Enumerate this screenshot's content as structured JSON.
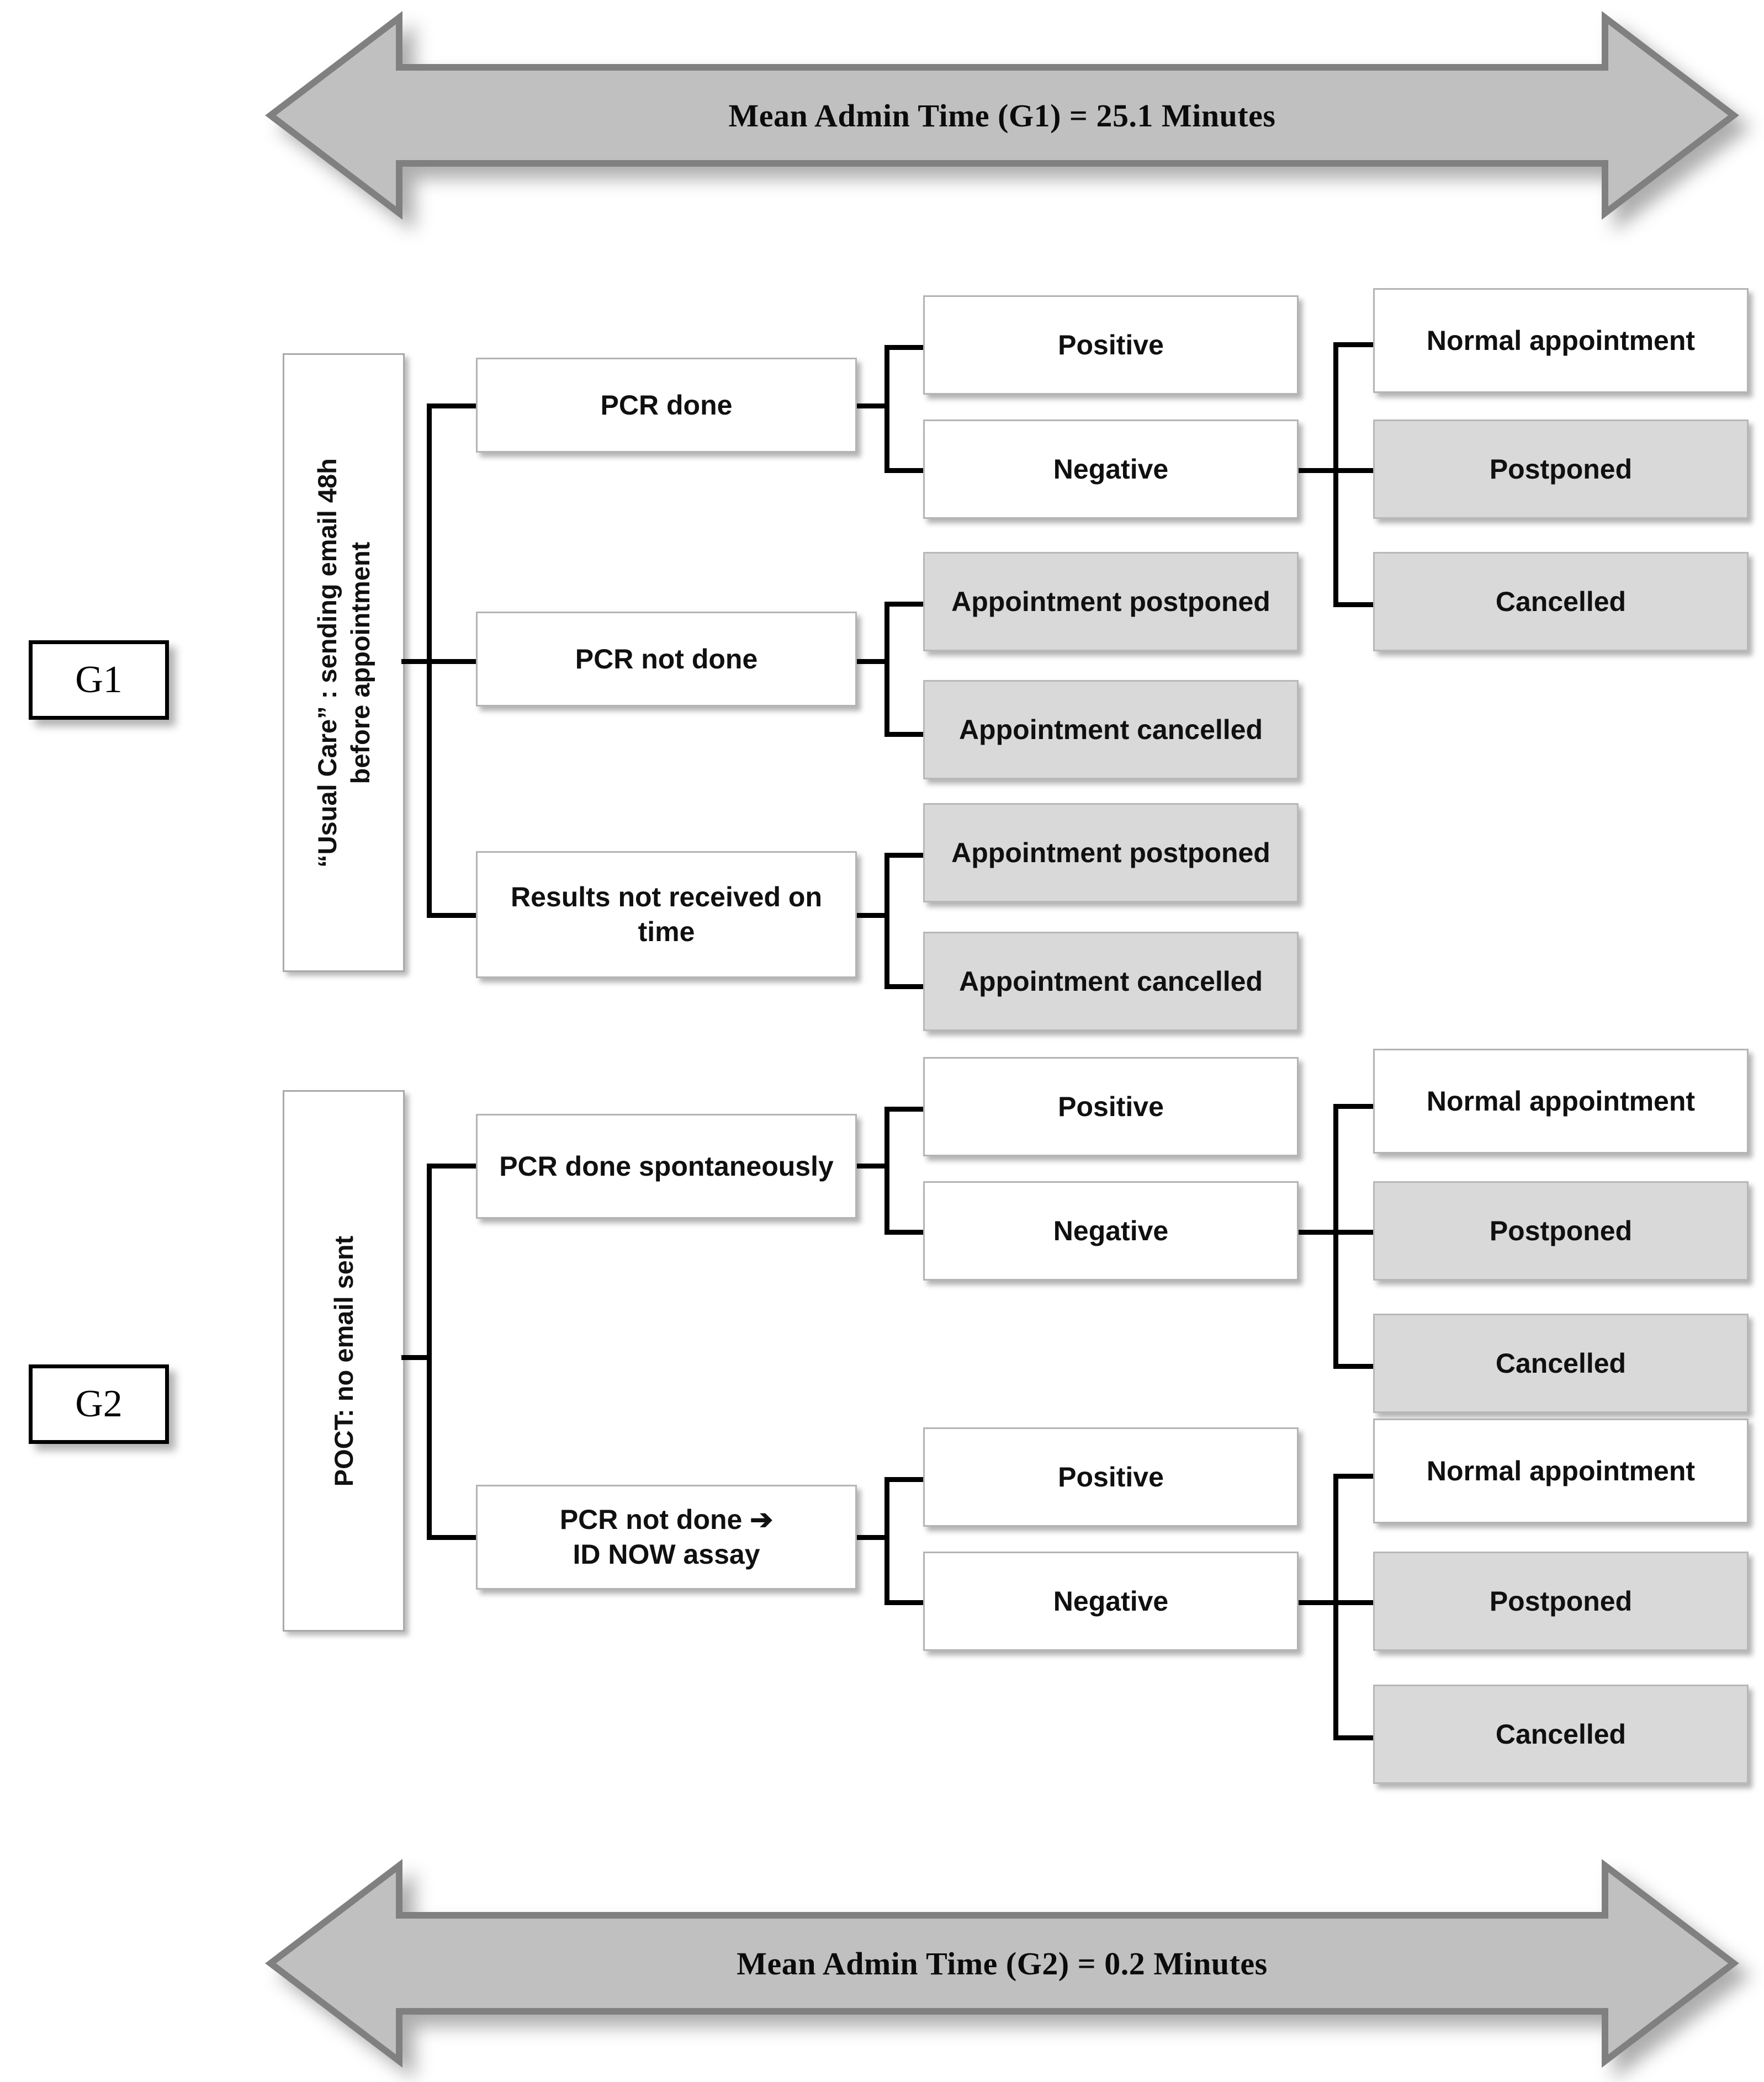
{
  "colors": {
    "arrow_fill": "#c0c0c0",
    "arrow_stroke": "#808080",
    "node_fill_white": "#ffffff",
    "node_fill_grey": "#d9d9d9",
    "node_border": "#b4b4b4",
    "connector": "#000000",
    "tag_border": "#000000"
  },
  "top_arrow": {
    "label": "Mean Admin Time (G1) = 25.1 Minutes"
  },
  "bottom_arrow": {
    "label": "Mean Admin Time (G2) = 0.2 Minutes"
  },
  "groups": [
    {
      "tag": "G1",
      "trunk_line1": "“Usual Care” : sending email 48h",
      "trunk_line2": "before appointment"
    },
    {
      "tag": "G2",
      "trunk_line1": "POCT: no email sent",
      "trunk_line2": ""
    }
  ],
  "g1": {
    "branches": [
      {
        "label": "PCR done"
      },
      {
        "label": "PCR not done"
      },
      {
        "label": "Results not received on time"
      }
    ],
    "results": [
      {
        "label": "Positive"
      },
      {
        "label": "Negative"
      },
      {
        "label": "Appointment postponed"
      },
      {
        "label": "Appointment cancelled"
      },
      {
        "label": "Appointment postponed"
      },
      {
        "label": "Appointment cancelled"
      }
    ],
    "outcomes": [
      {
        "label": "Normal appointment"
      },
      {
        "label": "Postponed"
      },
      {
        "label": "Cancelled"
      }
    ]
  },
  "g2": {
    "branches": [
      {
        "label": "PCR done spontaneously"
      },
      {
        "label_pre": "PCR not done ",
        "arrow": "➔",
        "label_post": "ID NOW assay"
      }
    ],
    "results": [
      {
        "label": "Positive"
      },
      {
        "label": "Negative"
      },
      {
        "label": "Positive"
      },
      {
        "label": "Negative"
      }
    ],
    "outcomes_top": [
      {
        "label": "Normal appointment"
      },
      {
        "label": "Postponed"
      },
      {
        "label": "Cancelled"
      }
    ],
    "outcomes_bottom": [
      {
        "label": "Normal appointment"
      },
      {
        "label": "Postponed"
      },
      {
        "label": "Cancelled"
      }
    ]
  }
}
